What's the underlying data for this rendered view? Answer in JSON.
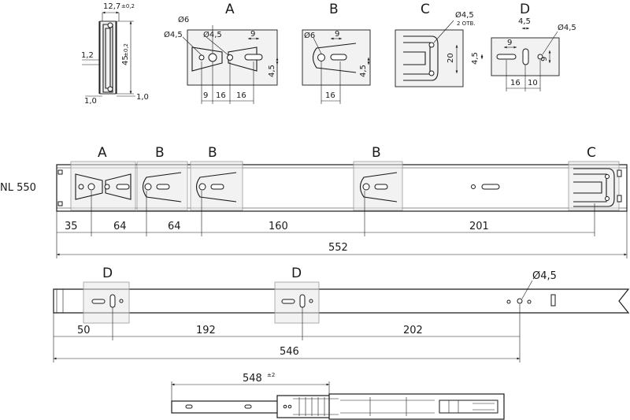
{
  "top_details": {
    "profile": {
      "width": "12,7",
      "width_tol": "±0,2",
      "height": "45",
      "height_tol": "±0,2",
      "t1": "1,2",
      "t2": "1,0",
      "t3": "1,0"
    },
    "A": {
      "letter": "A",
      "d1": "Ø6",
      "d2": "Ø4,5",
      "d3": "Ø4,5",
      "w9": "9",
      "h45": "4,5",
      "b9": "9",
      "b16a": "16",
      "b16b": "16"
    },
    "B": {
      "letter": "B",
      "d1": "Ø6",
      "w9": "9",
      "h45": "4,5",
      "b16": "16"
    },
    "C": {
      "letter": "C",
      "d1": "Ø4,5",
      "note": "2 ОТВ.",
      "h20": "20"
    },
    "D": {
      "letter": "D",
      "t45": "4,5",
      "d1": "Ø4,5",
      "w9": "9",
      "l45": "4,5",
      "r9": "9",
      "b16": "16",
      "b10": "10"
    }
  },
  "rail1": {
    "model": "NL 550",
    "zones": [
      "A",
      "B",
      "B",
      "B",
      "C"
    ],
    "dims": [
      "35",
      "64",
      "64",
      "160",
      "201"
    ],
    "total": "552"
  },
  "rail2": {
    "zones": [
      "D",
      "D"
    ],
    "hole": "Ø4,5",
    "dims": [
      "50",
      "192",
      "202"
    ],
    "total": "546"
  },
  "extended": {
    "length": "548",
    "tol": "±2"
  }
}
